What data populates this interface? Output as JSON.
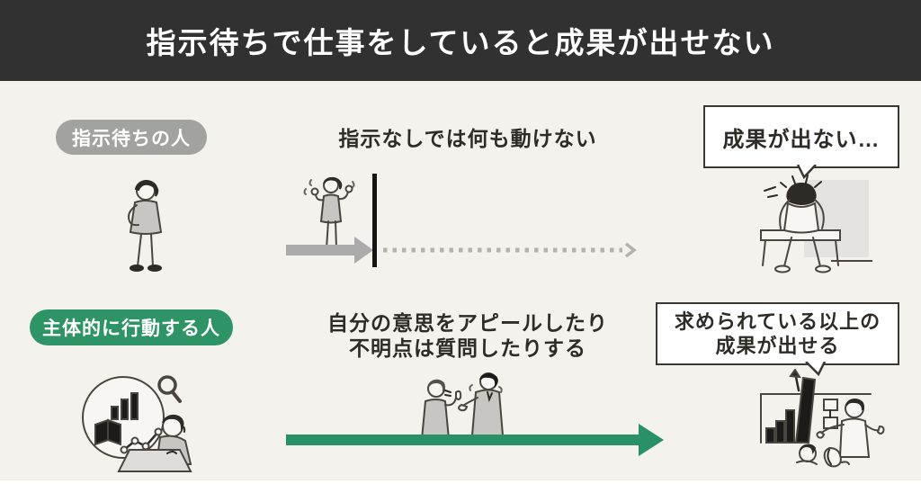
{
  "header": {
    "title": "指示待ちで仕事をしていると成果が出せない"
  },
  "row1": {
    "badge_label": "指示待ちの人",
    "caption": "指示なしでは何も動けない",
    "bubble_text": "成果が出ない…"
  },
  "row2": {
    "badge_label": "主体的に行動する人",
    "caption_line1": "自分の意思をアピールしたり",
    "caption_line2": "不明点は質問したりする",
    "bubble_line1": "求められている以上の",
    "bubble_line2": "成果が出せる"
  },
  "colors": {
    "header_bg": "#323132",
    "background": "#f3f2ec",
    "badge_gray": "#a2a29f",
    "accent_green": "#2e9465",
    "arrow_gray": "#ababab",
    "arrow_green": "#2a9065",
    "bubble_border": "#3b3733",
    "text_dark": "#2f2c28"
  },
  "illustrations": {
    "row1_left": "person-standing-waiting",
    "row1_middle": "person-stuck-confused",
    "row1_right": "person-sitting-head-in-hands",
    "row2_left": "person-researching-at-laptop",
    "row2_middle": "two-people-discussing",
    "row2_right": "presentation-growing-chart"
  }
}
